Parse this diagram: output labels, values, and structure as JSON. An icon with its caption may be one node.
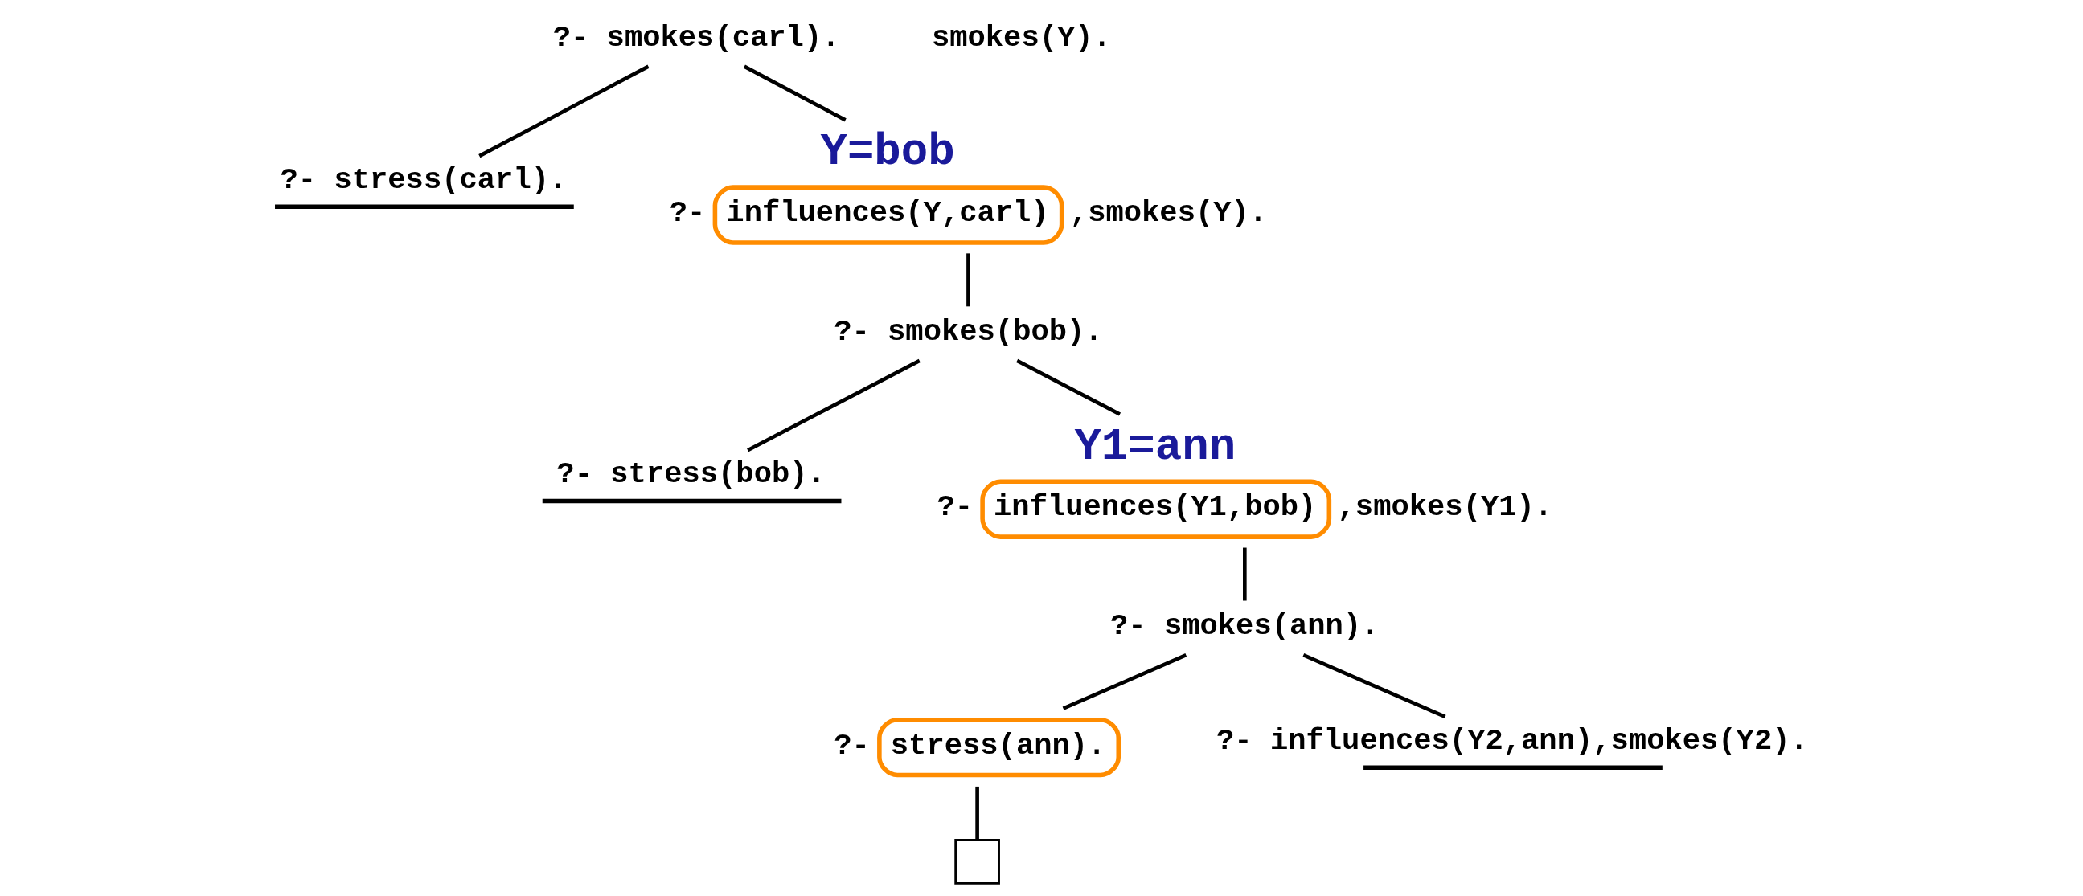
{
  "diagram": {
    "nodes": [
      {
        "text": [
          "?- smokes(carl)."
        ]
      },
      {
        "text": [
          "?- stress(carl)."
        ]
      },
      {
        "text": [
          "?-",
          "influences(Y,carl)",
          ",smokes(Y)."
        ],
        "beside": [
          "Y=bob"
        ]
      },
      {
        "text": [
          "?- smokes(bob)."
        ]
      },
      {
        "text": [
          "?- stress(bob)."
        ]
      },
      {
        "text": [
          "?-",
          "influences(Y1,bob)",
          ",smokes(Y1)."
        ],
        "beside": [
          "Y1=ann"
        ]
      },
      {
        "text": [
          "?- smokes(ann)."
        ]
      },
      {
        "text": [
          "?-",
          "stress(ann)."
        ]
      },
      {
        "text": [
          "?- influences(Y2,ann),smokes(Y2)."
        ]
      },
      {
        "text": [],
        "shape": "box"
      }
    ],
    "edges": [
      {
        "from": 0,
        "to": 1,
        "arrow": "none"
      },
      {
        "from": 0,
        "to": 2,
        "arrow": "none"
      },
      {
        "from": 2,
        "to": 3,
        "arrow": "none"
      },
      {
        "from": 3,
        "to": 4,
        "arrow": "none"
      },
      {
        "from": 3,
        "to": 5,
        "arrow": "none"
      },
      {
        "from": 5,
        "to": 6,
        "arrow": "none"
      },
      {
        "from": 6,
        "to": 7,
        "arrow": "none"
      },
      {
        "from": 6,
        "to": 8,
        "arrow": "none"
      },
      {
        "from": 7,
        "to": 9,
        "arrow": "none"
      }
    ],
    "labels": [
      "smokes(Y)."
    ]
  }
}
